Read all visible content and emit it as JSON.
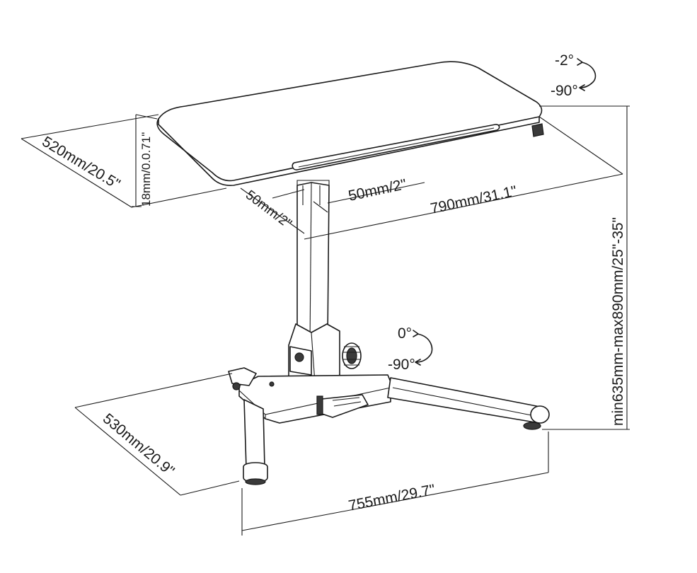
{
  "dimensions": {
    "top_depth": "520mm/20.5\"",
    "top_thickness": "18mm/0.0.71\"",
    "column_depth": "50mm/2\"",
    "column_width": "50mm/2\"",
    "top_width": "790mm/31.1\"",
    "height_range": "min635mm-max890mm/25\"-35\"",
    "base_depth": "530mm/20.9\"",
    "base_width": "755mm/29.7\""
  },
  "tilt_top": {
    "upper": "-2°",
    "lower": "-90°"
  },
  "tilt_base": {
    "upper": "0°",
    "lower": "-90°"
  }
}
